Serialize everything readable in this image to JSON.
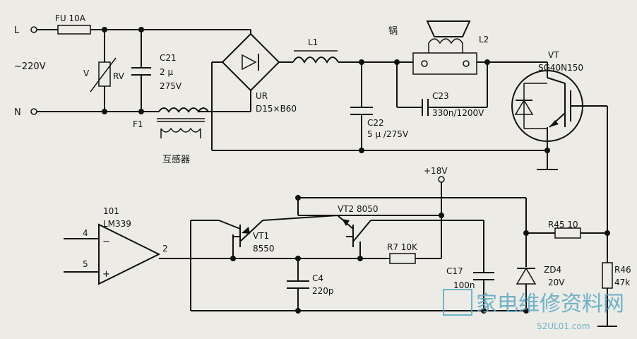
{
  "terminals": {
    "line": "L",
    "neutral": "N",
    "mains": "~220V",
    "supply": "+18V"
  },
  "components": {
    "fuse": "FU  10A",
    "varistor_v": "V",
    "varistor_rv": "RV",
    "c21_name": "C21",
    "c21_value": "2 μ",
    "c21_voltage": "275V",
    "f1": "F1",
    "transformer": "互感器",
    "bridge_name": "UR",
    "bridge_part": "D15×B60",
    "l1": "L1",
    "pot": "锅",
    "l2": "L2",
    "c22_name": "C22",
    "c22_value": "5 μ /275V",
    "c23_name": "C23",
    "c23_value": "330n/1200V",
    "igbt_name": "VT",
    "igbt_part": "SG40N150",
    "ic_name": "101",
    "ic_part": "LM339",
    "ic_pin4": "4",
    "ic_pin5": "5",
    "ic_pin2": "2",
    "ic_minus": "−",
    "ic_plus": "+",
    "vt1_name": "VT1",
    "vt1_part": "8550",
    "vt2": "VT2  8050",
    "r7": "R7  10K",
    "c4_name": "C4",
    "c4_value": "220p",
    "c17_name": "C17",
    "c17_value": "100n",
    "zd4_name": "ZD4",
    "zd4_value": "20V",
    "r45": "R45  10",
    "r46_name": "R46",
    "r46_value": "47k"
  },
  "watermark": {
    "title": "家电维修资料网",
    "url": "52UL01.com"
  }
}
